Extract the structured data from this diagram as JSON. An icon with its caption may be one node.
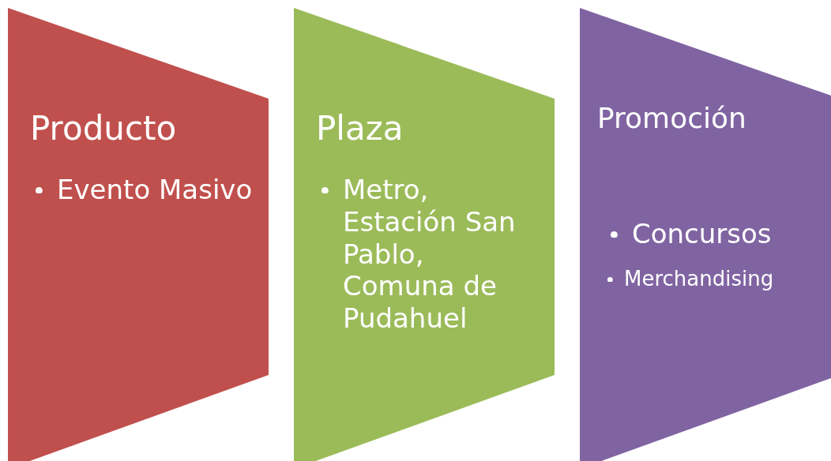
{
  "diagram": {
    "nodes": [
      {
        "text": [
          "Producto",
          "Evento Masivo"
        ]
      },
      {
        "text": [
          "Plaza",
          "Metro, Estación San Pablo, Comuna de Pudahuel"
        ]
      },
      {
        "text": [
          "Promoción",
          "Concursos",
          "Merchandising"
        ]
      }
    ]
  }
}
